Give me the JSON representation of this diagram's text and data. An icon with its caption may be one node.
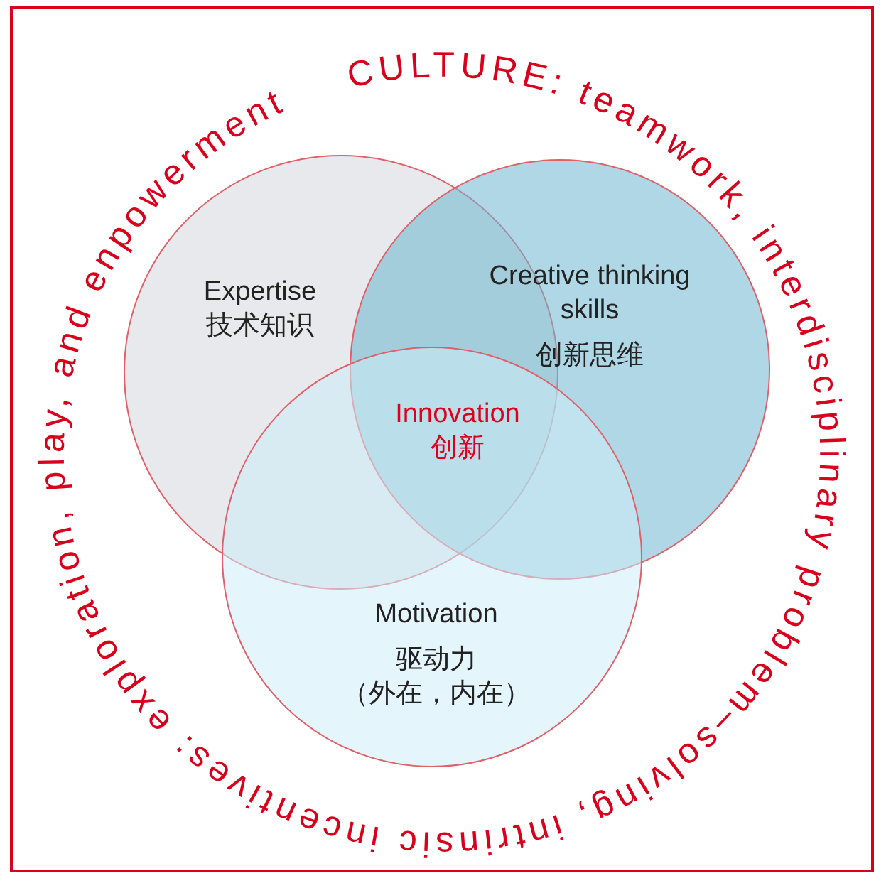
{
  "diagram": {
    "nodes": [
      {
        "text": [
          "Expertise",
          "技术知识"
        ]
      },
      {
        "text": [
          "Creative thinking skills",
          "创新思维"
        ]
      },
      {
        "text": [
          "Motivation",
          "驱动力",
          "（外在，内在）"
        ]
      }
    ],
    "labels": [
      "Innovation",
      "创新",
      "CULTURE: teamwork, interdisciplinary problem–solving, intrinsic incentives: exploration, play, and enpowerment"
    ]
  }
}
